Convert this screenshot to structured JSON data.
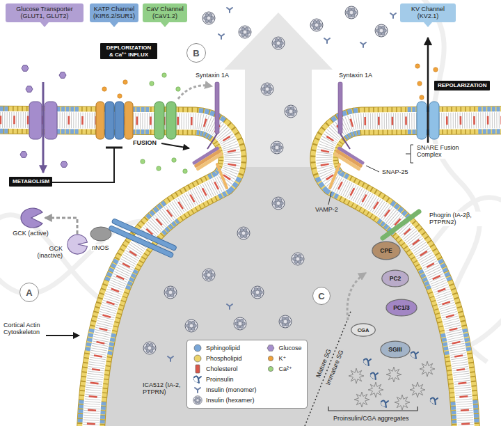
{
  "diagram": {
    "nodes": [
      {
        "text": [
          "Glucose Transporter (GLUT1, GLUT2)"
        ]
      },
      {
        "text": [
          "KATP Channel (KIR6.2/SUR1)"
        ]
      },
      {
        "text": [
          "CaV Channel (CaV1.2)"
        ]
      },
      {
        "text": [
          "KV Channel (KV2.1)"
        ]
      },
      {
        "text": [
          "DEPLORIZATION & Ca²⁺ INFLUX"
        ]
      },
      {
        "text": [
          "B"
        ]
      },
      {
        "text": [
          "REPOLARIZATION"
        ]
      },
      {
        "text": [
          "METABOLISM"
        ]
      },
      {
        "text": [
          "GCK (active)"
        ]
      },
      {
        "text": [
          "GCK (inactive)"
        ]
      },
      {
        "text": [
          "A"
        ]
      },
      {
        "text": [
          "CPE"
        ]
      },
      {
        "text": [
          "PC2"
        ]
      },
      {
        "text": [
          "C"
        ]
      },
      {
        "text": [
          "PC1/3"
        ]
      },
      {
        "text": [
          "CGA"
        ]
      },
      {
        "text": [
          "SGIII"
        ]
      }
    ],
    "edges": [
      {
        "from": 9,
        "to": 8,
        "arrow": "to"
      }
    ],
    "labels": [
      "Syntaxin 1A",
      "FUSION",
      "Syntaxin 1A",
      "SNARE Fusion Complex",
      "SNAP-25",
      "VAMP-2",
      "nNOS",
      "Cortical Actin Cytoskeleton",
      "ICA512 (IA-2, PTPRN)",
      "Phogrin (IA-2β, PTPRN2)",
      "Mature SG",
      "Immature SG",
      "Proinsulin/CGA aggregates"
    ],
    "legend": [
      {
        "text": "Sphingolipid",
        "color": "#7aa7d8"
      },
      {
        "text": "Phospholipid",
        "color": "#ecd36a"
      },
      {
        "text": "Cholesterol",
        "color": "#d9574a"
      },
      {
        "text": "Proinsulin"
      },
      {
        "text": "Insulin (monomer)"
      },
      {
        "text": "Insulin (hexamer)"
      },
      {
        "text": "Glucose",
        "color": "#a68fcc"
      },
      {
        "text": "K⁺",
        "color": "#f0a23a"
      },
      {
        "text": "Ca²⁺",
        "color": "#9fd67f"
      }
    ]
  }
}
